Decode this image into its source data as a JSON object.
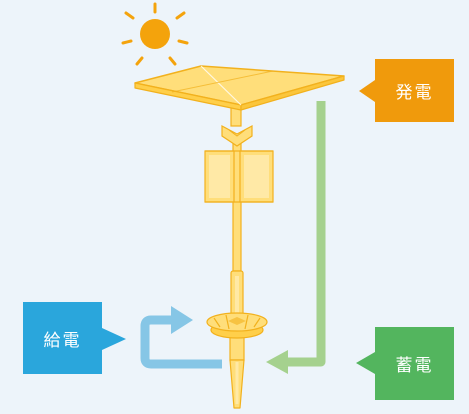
{
  "labels": {
    "generation": "発電",
    "storage": "蓄電",
    "supply": "給電"
  },
  "colors": {
    "background": "#edf4fa",
    "generation": "#f09a0c",
    "storage": "#53b55e",
    "supply": "#2aa6dc",
    "storage_flow": "#a5d18e",
    "supply_flow": "#86c6e6",
    "pole_fill": "#ffde7a",
    "pole_stroke": "#f2b11d",
    "sun": "#f4a30c"
  },
  "icons": {
    "sun": "sun-icon",
    "solar_panel": "solar-panel-icon",
    "wind_turbine": "wind-turbine-icon",
    "battery_base": "battery-base-icon"
  }
}
